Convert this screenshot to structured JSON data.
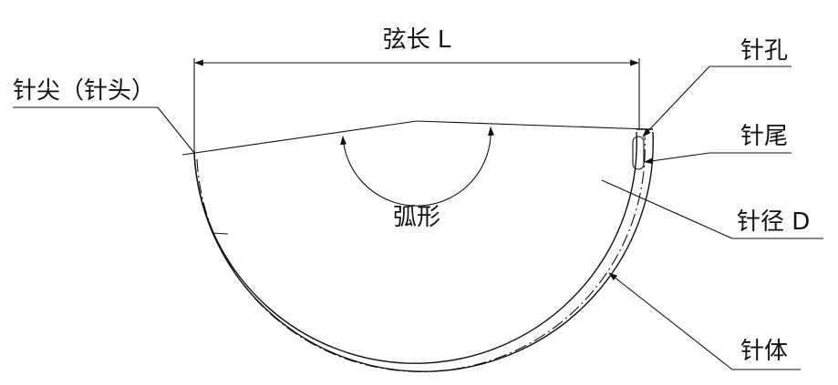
{
  "diagram": {
    "labels": {
      "chord_length": "弦长 L",
      "needle_tip": "针尖（针头）",
      "needle_eye": "针孔",
      "needle_tail": "针尾",
      "needle_diameter": "针径 D",
      "needle_body": "针体",
      "arc_shape": "弧形"
    }
  }
}
